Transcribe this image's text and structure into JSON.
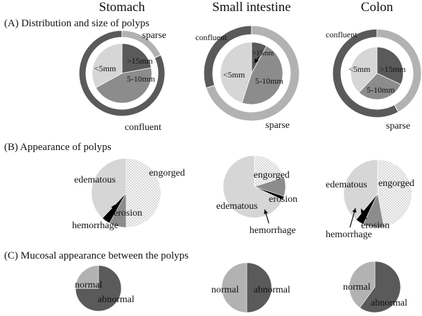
{
  "columns": [
    "Stomach",
    "Small intestine",
    "Colon"
  ],
  "sections": {
    "A": "(A) Distribution and size of polyps",
    "B": "(B) Appearance of polyps",
    "C": "(C) Mucosal appearance between the polyps"
  },
  "colors": {
    "dark": "#5a5a5a",
    "mid": "#8c8c8c",
    "light": "#b2b2b2",
    "pale": "#d6d6d6",
    "dotted_bg": "#f2f2f2",
    "black": "#000000"
  },
  "chart_data": [
    {
      "type": "pie",
      "panel": "A",
      "column": "Stomach",
      "outer_ring": [
        {
          "label": "sparse",
          "value": 0.18
        },
        {
          "label": "confluent",
          "value": 0.82
        }
      ],
      "inner_pie": [
        {
          "label": ">15mm",
          "value": 0.22
        },
        {
          "label": "5-10mm",
          "value": 0.45
        },
        {
          "label": "<5mm",
          "value": 0.33
        }
      ]
    },
    {
      "type": "pie",
      "panel": "A",
      "column": "Small intestine",
      "outer_ring": [
        {
          "label": "sparse",
          "value": 0.7
        },
        {
          "label": "confluent",
          "value": 0.3
        }
      ],
      "inner_pie": [
        {
          "label": ">15mm",
          "value": 0.08
        },
        {
          "label": "5-10mm",
          "value": 0.47
        },
        {
          "label": "<5mm",
          "value": 0.45
        }
      ]
    },
    {
      "type": "pie",
      "panel": "A",
      "column": "Colon",
      "outer_ring": [
        {
          "label": "sparse",
          "value": 0.42
        },
        {
          "label": "confluent",
          "value": 0.58
        }
      ],
      "inner_pie": [
        {
          "label": ">15mm",
          "value": 0.32
        },
        {
          "label": "5-10mm",
          "value": 0.3
        },
        {
          "label": "<5mm",
          "value": 0.38
        }
      ]
    },
    {
      "type": "pie",
      "panel": "B",
      "column": "Stomach",
      "slices": [
        {
          "label": "engorged",
          "value": 0.5
        },
        {
          "label": "erosion",
          "value": 0.08
        },
        {
          "label": "hemorrhage",
          "value": 0.04
        },
        {
          "label": "edematous",
          "value": 0.38
        }
      ]
    },
    {
      "type": "pie",
      "panel": "B",
      "column": "Small intestine",
      "slices": [
        {
          "label": "engorged",
          "value": 0.2
        },
        {
          "label": "erosion",
          "value": 0.1
        },
        {
          "label": "hemorrhage",
          "value": 0.02
        },
        {
          "label": "edematous",
          "value": 0.68
        }
      ]
    },
    {
      "type": "pie",
      "panel": "B",
      "column": "Colon",
      "slices": [
        {
          "label": "engorged",
          "value": 0.47
        },
        {
          "label": "erosion",
          "value": 0.1
        },
        {
          "label": "hemorrhage",
          "value": 0.04
        },
        {
          "label": "edematous",
          "value": 0.39
        }
      ]
    },
    {
      "type": "pie",
      "panel": "C",
      "column": "Stomach",
      "slices": [
        {
          "label": "abnormal",
          "value": 0.75
        },
        {
          "label": "normal",
          "value": 0.25
        }
      ]
    },
    {
      "type": "pie",
      "panel": "C",
      "column": "Small intestine",
      "slices": [
        {
          "label": "abnormal",
          "value": 0.5
        },
        {
          "label": "normal",
          "value": 0.5
        }
      ]
    },
    {
      "type": "pie",
      "panel": "C",
      "column": "Colon",
      "slices": [
        {
          "label": "abnormal",
          "value": 0.6
        },
        {
          "label": "normal",
          "value": 0.4
        }
      ]
    }
  ]
}
